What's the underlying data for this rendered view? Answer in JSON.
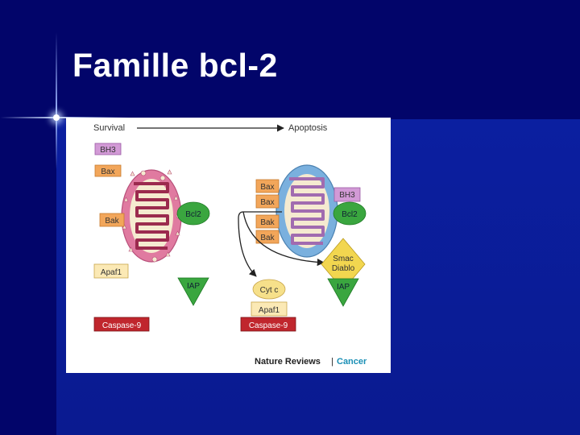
{
  "slide": {
    "title": "Famille bcl-2"
  },
  "figure": {
    "axis_left": "Survival",
    "axis_right": "Apoptosis",
    "left_panel": {
      "bh3": "BH3",
      "bax": "Bax",
      "bak": "Bak",
      "bcl2": "Bcl2",
      "apaf1": "Apaf1",
      "iap": "IAP",
      "caspase": "Caspase-9"
    },
    "right_panel": {
      "bax_1": "Bax",
      "bax_2": "Bax",
      "bak_1": "Bak",
      "bak_2": "Bak",
      "bh3": "BH3",
      "bcl2": "Bcl2",
      "smac_1": "Smac",
      "smac_2": "Diablo",
      "iap": "IAP",
      "cytc": "Cyt c",
      "apaf1": "Apaf1",
      "caspase": "Caspase-9"
    },
    "credit_journal": "Nature Reviews",
    "credit_sep": "|",
    "credit_section": "Cancer"
  },
  "colors": {
    "bg_dark": "#02056a",
    "bg_blue": "#0a1a8c",
    "bh3": "#d29ad6",
    "bax_bak": "#f2a65a",
    "bcl2": "#3aa63f",
    "iap": "#3aa63f",
    "smac": "#f2d64f",
    "cytc": "#f6e08a",
    "caspase": "#c0262d",
    "mito_left": "#e07aa0",
    "mito_right": "#7ab0de",
    "cristae": "#9b2a4e",
    "credit_accent": "#1a8fb5"
  }
}
